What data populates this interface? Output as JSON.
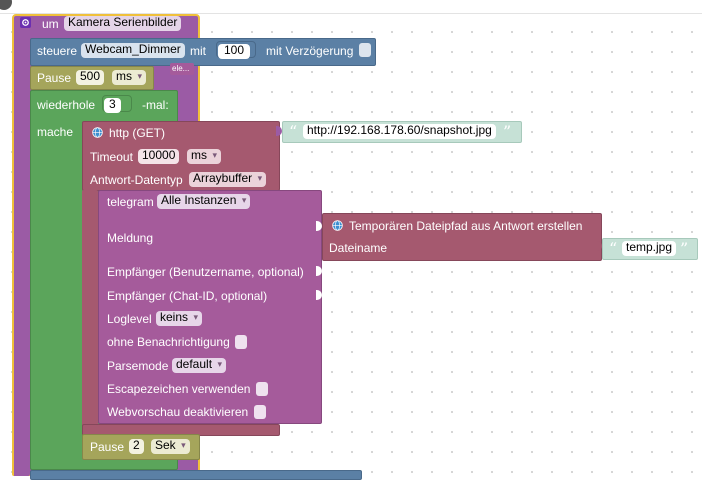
{
  "function_block": {
    "prefix": "um",
    "name": "Kamera Serienbilder",
    "color": "#9b5ba5"
  },
  "steuere_block": {
    "label": "steuere",
    "device": "Webcam_Dimmer",
    "mit": "mit",
    "value": "100",
    "delay_label": "mit Verzögerung",
    "hidden_text": "ele..."
  },
  "pause1": {
    "label": "Pause",
    "value": "500",
    "unit": "ms"
  },
  "repeat_block": {
    "label": "wiederhole",
    "count": "3",
    "suffix": "-mal:",
    "do_label": "mache"
  },
  "http_block": {
    "title": "http (GET)",
    "url": "http://192.168.178.60/snapshot.jpg",
    "timeout_label": "Timeout",
    "timeout_value": "10000",
    "timeout_unit": "ms",
    "response_label": "Antwort-Datentyp",
    "response_type": "Arraybuffer"
  },
  "telegram_block": {
    "label": "telegram",
    "instance": "Alle Instanzen",
    "message_label": "Meldung",
    "recipient_user_label": "Empfänger (Benutzername, optional)",
    "recipient_chat_label": "Empfänger (Chat-ID, optional)",
    "loglevel_label": "Loglevel",
    "loglevel_value": "keins",
    "no_notification_label": "ohne Benachrichtigung",
    "parsemode_label": "Parsemode",
    "parsemode_value": "default",
    "escape_label": "Escapezeichen verwenden",
    "web_preview_label": "Webvorschau deaktivieren"
  },
  "tempfile_block": {
    "title": "Temporären Dateipfad aus Antwort erstellen",
    "filename_label": "Dateiname",
    "filename_value": "temp.jpg"
  },
  "pause2": {
    "label": "Pause",
    "value": "2",
    "unit": "Sek"
  }
}
